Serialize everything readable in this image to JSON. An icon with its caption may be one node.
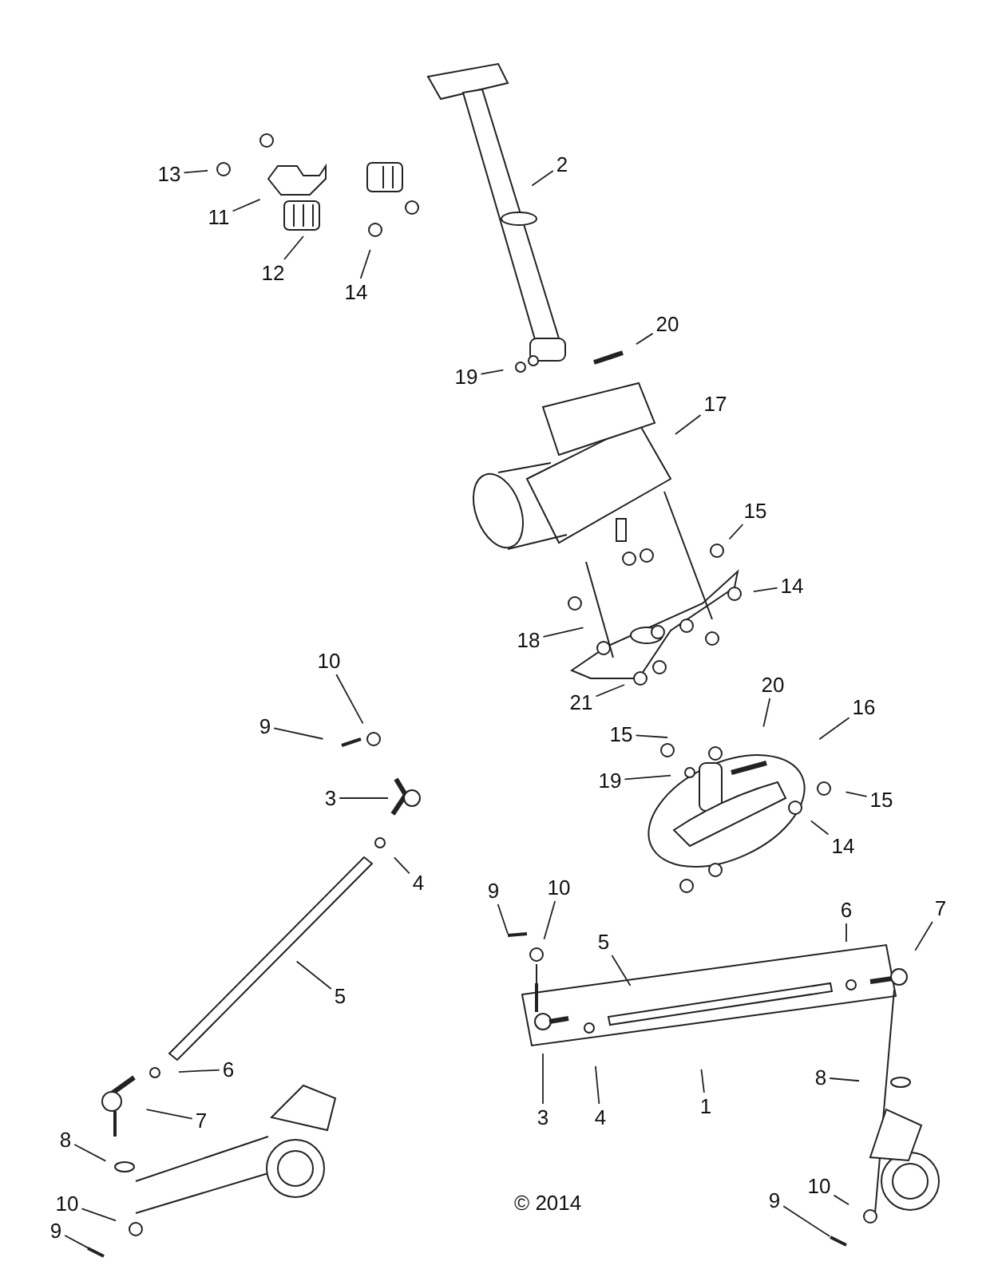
{
  "diagram": {
    "nodes": [
      {
        "text": [
          "2"
        ]
      },
      {
        "text": [
          "13"
        ]
      },
      {
        "text": [
          "11"
        ]
      },
      {
        "text": [
          "12"
        ]
      },
      {
        "text": [
          "14"
        ]
      },
      {
        "text": [
          "20"
        ]
      },
      {
        "text": [
          "19"
        ]
      },
      {
        "text": [
          "17"
        ]
      },
      {
        "text": [
          "15"
        ]
      },
      {
        "text": [
          "14"
        ]
      },
      {
        "text": [
          "18"
        ]
      },
      {
        "text": [
          "10"
        ]
      },
      {
        "text": [
          "9"
        ]
      },
      {
        "text": [
          "21"
        ]
      },
      {
        "text": [
          "20"
        ]
      },
      {
        "text": [
          "16"
        ]
      },
      {
        "text": [
          "15"
        ]
      },
      {
        "text": [
          "19"
        ]
      },
      {
        "text": [
          "3"
        ]
      },
      {
        "text": [
          "15"
        ]
      },
      {
        "text": [
          "14"
        ]
      },
      {
        "text": [
          "4"
        ]
      },
      {
        "text": [
          "9"
        ]
      },
      {
        "text": [
          "10"
        ]
      },
      {
        "text": [
          "6"
        ]
      },
      {
        "text": [
          "7"
        ]
      },
      {
        "text": [
          "5"
        ]
      },
      {
        "text": [
          "5"
        ]
      },
      {
        "text": [
          "6"
        ]
      },
      {
        "text": [
          "7"
        ]
      },
      {
        "text": [
          "8"
        ]
      },
      {
        "text": [
          "3"
        ]
      },
      {
        "text": [
          "4"
        ]
      },
      {
        "text": [
          "1"
        ]
      },
      {
        "text": [
          "8"
        ]
      },
      {
        "text": [
          "10"
        ]
      },
      {
        "text": [
          "10"
        ]
      },
      {
        "text": [
          "9"
        ]
      },
      {
        "text": [
          "9"
        ]
      }
    ],
    "edges": [
      {
        "from": 0,
        "to": null,
        "arrow": "none"
      },
      {
        "from": 1,
        "to": null,
        "arrow": "none"
      },
      {
        "from": 2,
        "to": null,
        "arrow": "none"
      },
      {
        "from": 3,
        "to": null,
        "arrow": "none"
      },
      {
        "from": 4,
        "to": null,
        "arrow": "none"
      },
      {
        "from": 5,
        "to": null,
        "arrow": "none"
      },
      {
        "from": 6,
        "to": null,
        "arrow": "none"
      },
      {
        "from": 7,
        "to": null,
        "arrow": "none"
      },
      {
        "from": 8,
        "to": null,
        "arrow": "none"
      },
      {
        "from": 9,
        "to": null,
        "arrow": "none"
      },
      {
        "from": 10,
        "to": null,
        "arrow": "none"
      },
      {
        "from": 11,
        "to": null,
        "arrow": "none"
      },
      {
        "from": 12,
        "to": null,
        "arrow": "none"
      },
      {
        "from": 13,
        "to": null,
        "arrow": "none"
      },
      {
        "from": 14,
        "to": null,
        "arrow": "none"
      },
      {
        "from": 15,
        "to": null,
        "arrow": "none"
      },
      {
        "from": 16,
        "to": null,
        "arrow": "none"
      },
      {
        "from": 17,
        "to": null,
        "arrow": "none"
      },
      {
        "from": 18,
        "to": null,
        "arrow": "none"
      },
      {
        "from": 19,
        "to": null,
        "arrow": "none"
      },
      {
        "from": 20,
        "to": null,
        "arrow": "none"
      },
      {
        "from": 21,
        "to": null,
        "arrow": "none"
      },
      {
        "from": 22,
        "to": null,
        "arrow": "none"
      },
      {
        "from": 23,
        "to": null,
        "arrow": "none"
      },
      {
        "from": 24,
        "to": null,
        "arrow": "none"
      },
      {
        "from": 25,
        "to": null,
        "arrow": "none"
      },
      {
        "from": 26,
        "to": null,
        "arrow": "none"
      },
      {
        "from": 27,
        "to": null,
        "arrow": "none"
      },
      {
        "from": 28,
        "to": null,
        "arrow": "none"
      },
      {
        "from": 29,
        "to": null,
        "arrow": "none"
      },
      {
        "from": 30,
        "to": null,
        "arrow": "none"
      },
      {
        "from": 31,
        "to": null,
        "arrow": "none"
      },
      {
        "from": 32,
        "to": null,
        "arrow": "none"
      },
      {
        "from": 33,
        "to": null,
        "arrow": "none"
      },
      {
        "from": 34,
        "to": null,
        "arrow": "none"
      },
      {
        "from": 35,
        "to": null,
        "arrow": "none"
      },
      {
        "from": 36,
        "to": null,
        "arrow": "none"
      },
      {
        "from": 37,
        "to": null,
        "arrow": "none"
      },
      {
        "from": 38,
        "to": null,
        "arrow": "none"
      }
    ],
    "labels": [
      "© 2014"
    ]
  }
}
